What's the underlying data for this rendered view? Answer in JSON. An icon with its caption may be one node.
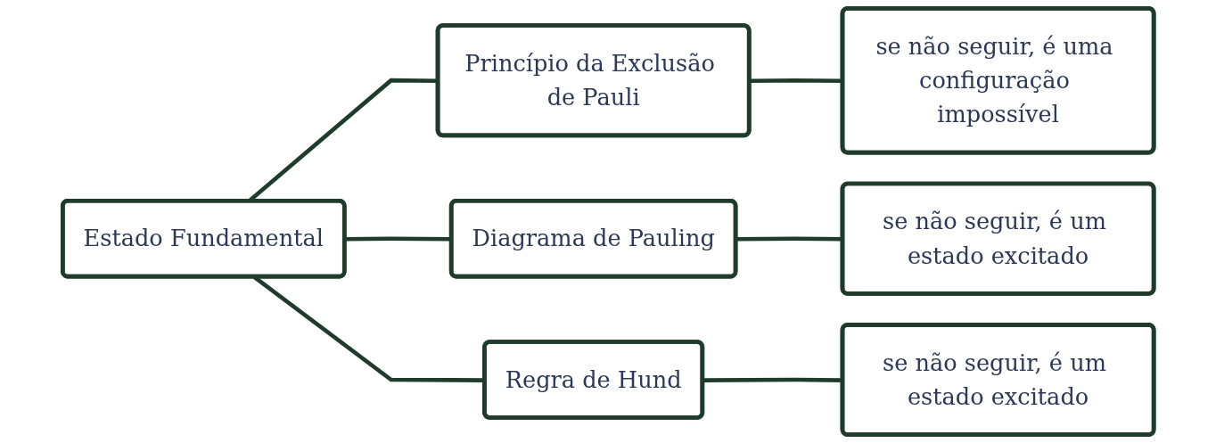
{
  "diagram": {
    "nodes": [
      {
        "text": [
          "Estado Fundamental"
        ]
      },
      {
        "text": [
          "Princípio da Exclusão de Pauli"
        ]
      },
      {
        "text": [
          "se não seguir, é uma configuração impossível"
        ]
      },
      {
        "text": [
          "Diagrama de Pauling"
        ]
      },
      {
        "text": [
          "se não seguir, é um estado excitado"
        ]
      },
      {
        "text": [
          "Regra de Hund"
        ]
      },
      {
        "text": [
          "se não seguir, é um estado excitado"
        ]
      }
    ],
    "edges": [
      {
        "from": 0,
        "to": 1,
        "arrow": "none"
      },
      {
        "from": 0,
        "to": 3,
        "arrow": "none"
      },
      {
        "from": 0,
        "to": 5,
        "arrow": "none"
      },
      {
        "from": 1,
        "to": 2,
        "arrow": "none"
      },
      {
        "from": 3,
        "to": 4,
        "arrow": "none"
      },
      {
        "from": 5,
        "to": 6,
        "arrow": "none"
      }
    ]
  }
}
